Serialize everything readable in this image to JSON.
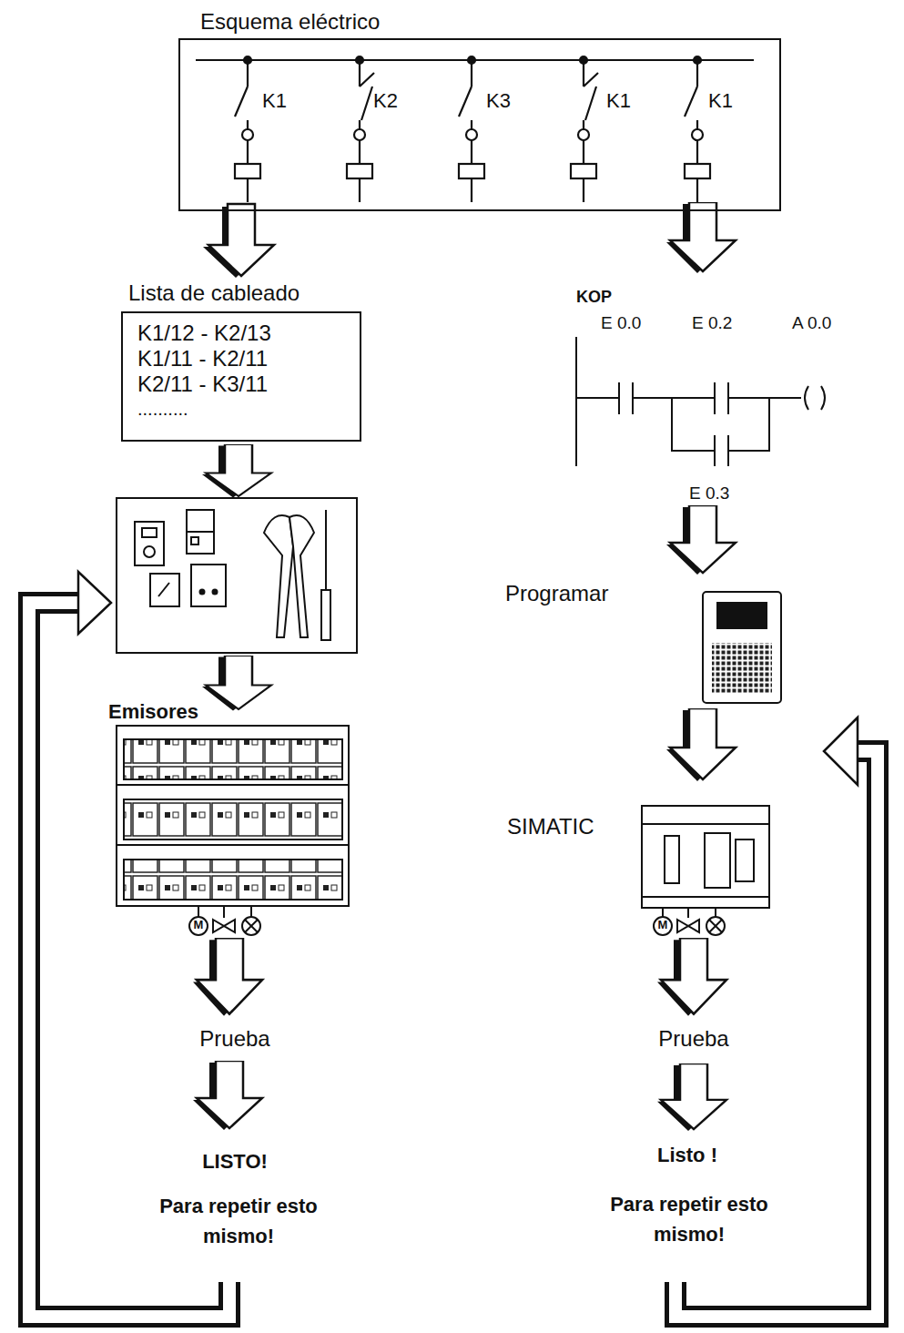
{
  "diagram": {
    "nodes": [
      {
        "text": [
          "Esquema eléctrico"
        ]
      },
      {
        "text": [
          "Lista de cableado",
          "K1/12 - K2/13",
          "K1/11 - K2/11",
          "K2/11 - K3/11",
          ".........."
        ]
      },
      {
        "text": [
          "Emisores"
        ]
      }
    ],
    "edges": [
      {
        "from": 0,
        "to": 1,
        "arrow": "to"
      }
    ],
    "labels": [
      "K1",
      "K2",
      "K3",
      "K1",
      "K1",
      "KOP",
      "E 0.0",
      "E 0.2",
      "A 0.0",
      "E 0.3",
      "Programar",
      "SIMATIC",
      "M",
      "M",
      "Prueba",
      "LISTO!",
      "Para repetir esto mismo!",
      "Prueba",
      "Listo !",
      "Para repetir esto mismo!"
    ]
  }
}
